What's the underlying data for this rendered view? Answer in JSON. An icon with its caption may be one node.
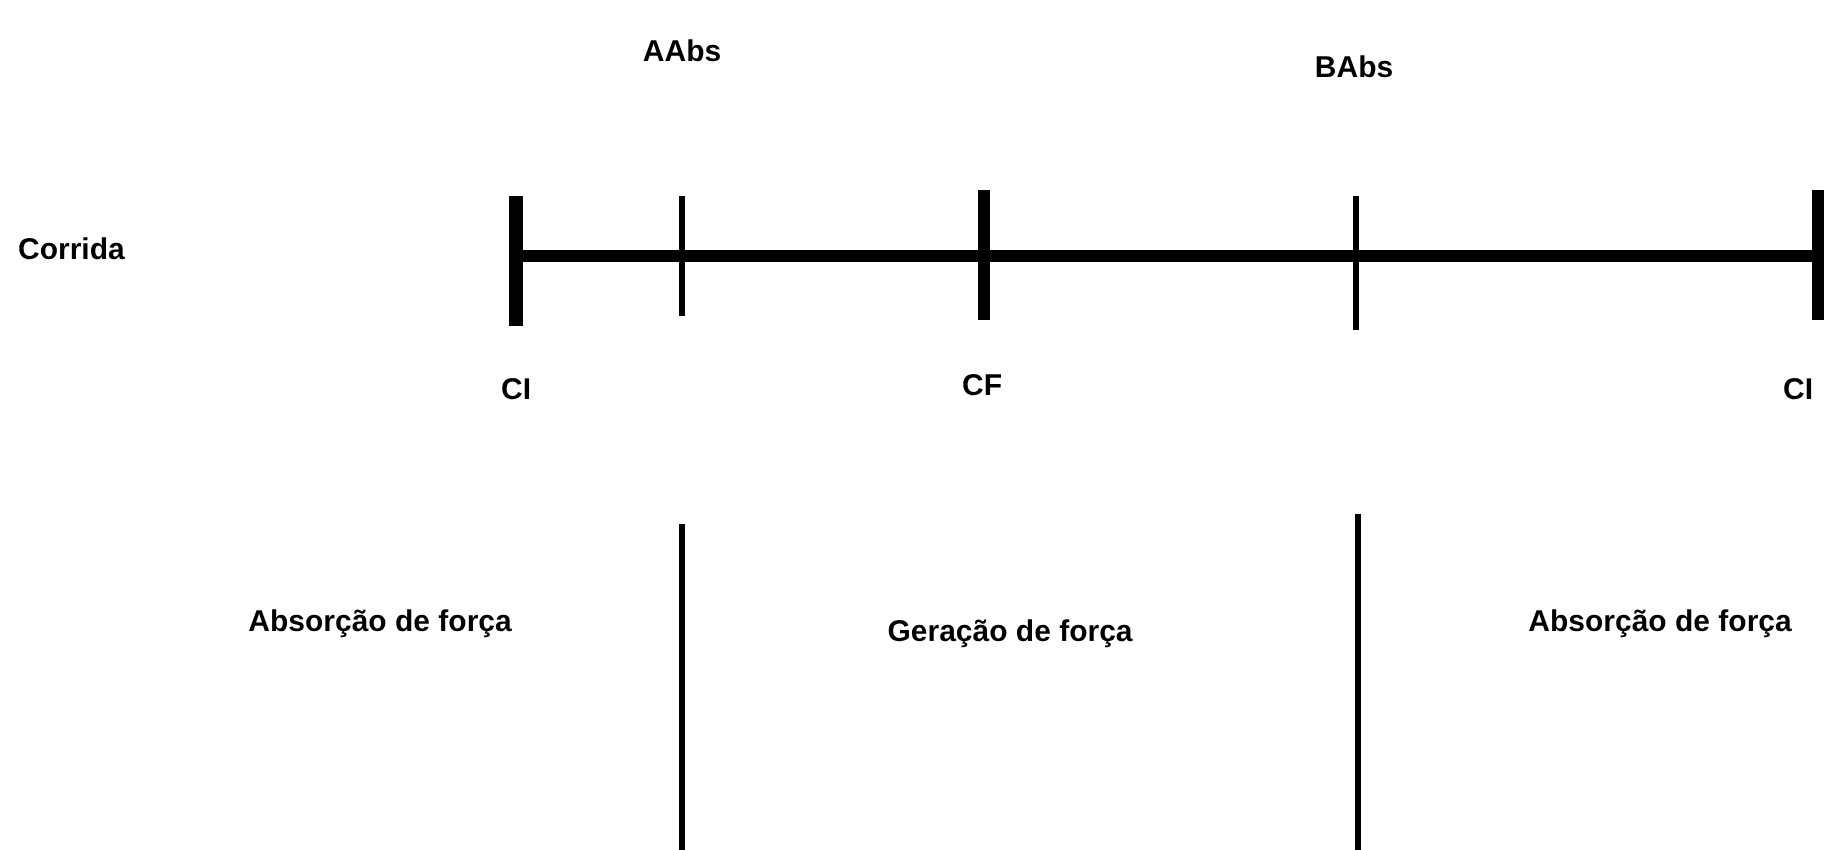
{
  "diagram": {
    "labels": [
      "AAbs",
      "BAbs",
      "Corrida",
      "CI",
      "CF",
      "CI",
      "Absorção de força",
      "Geração de força",
      "Absorção de força"
    ]
  }
}
